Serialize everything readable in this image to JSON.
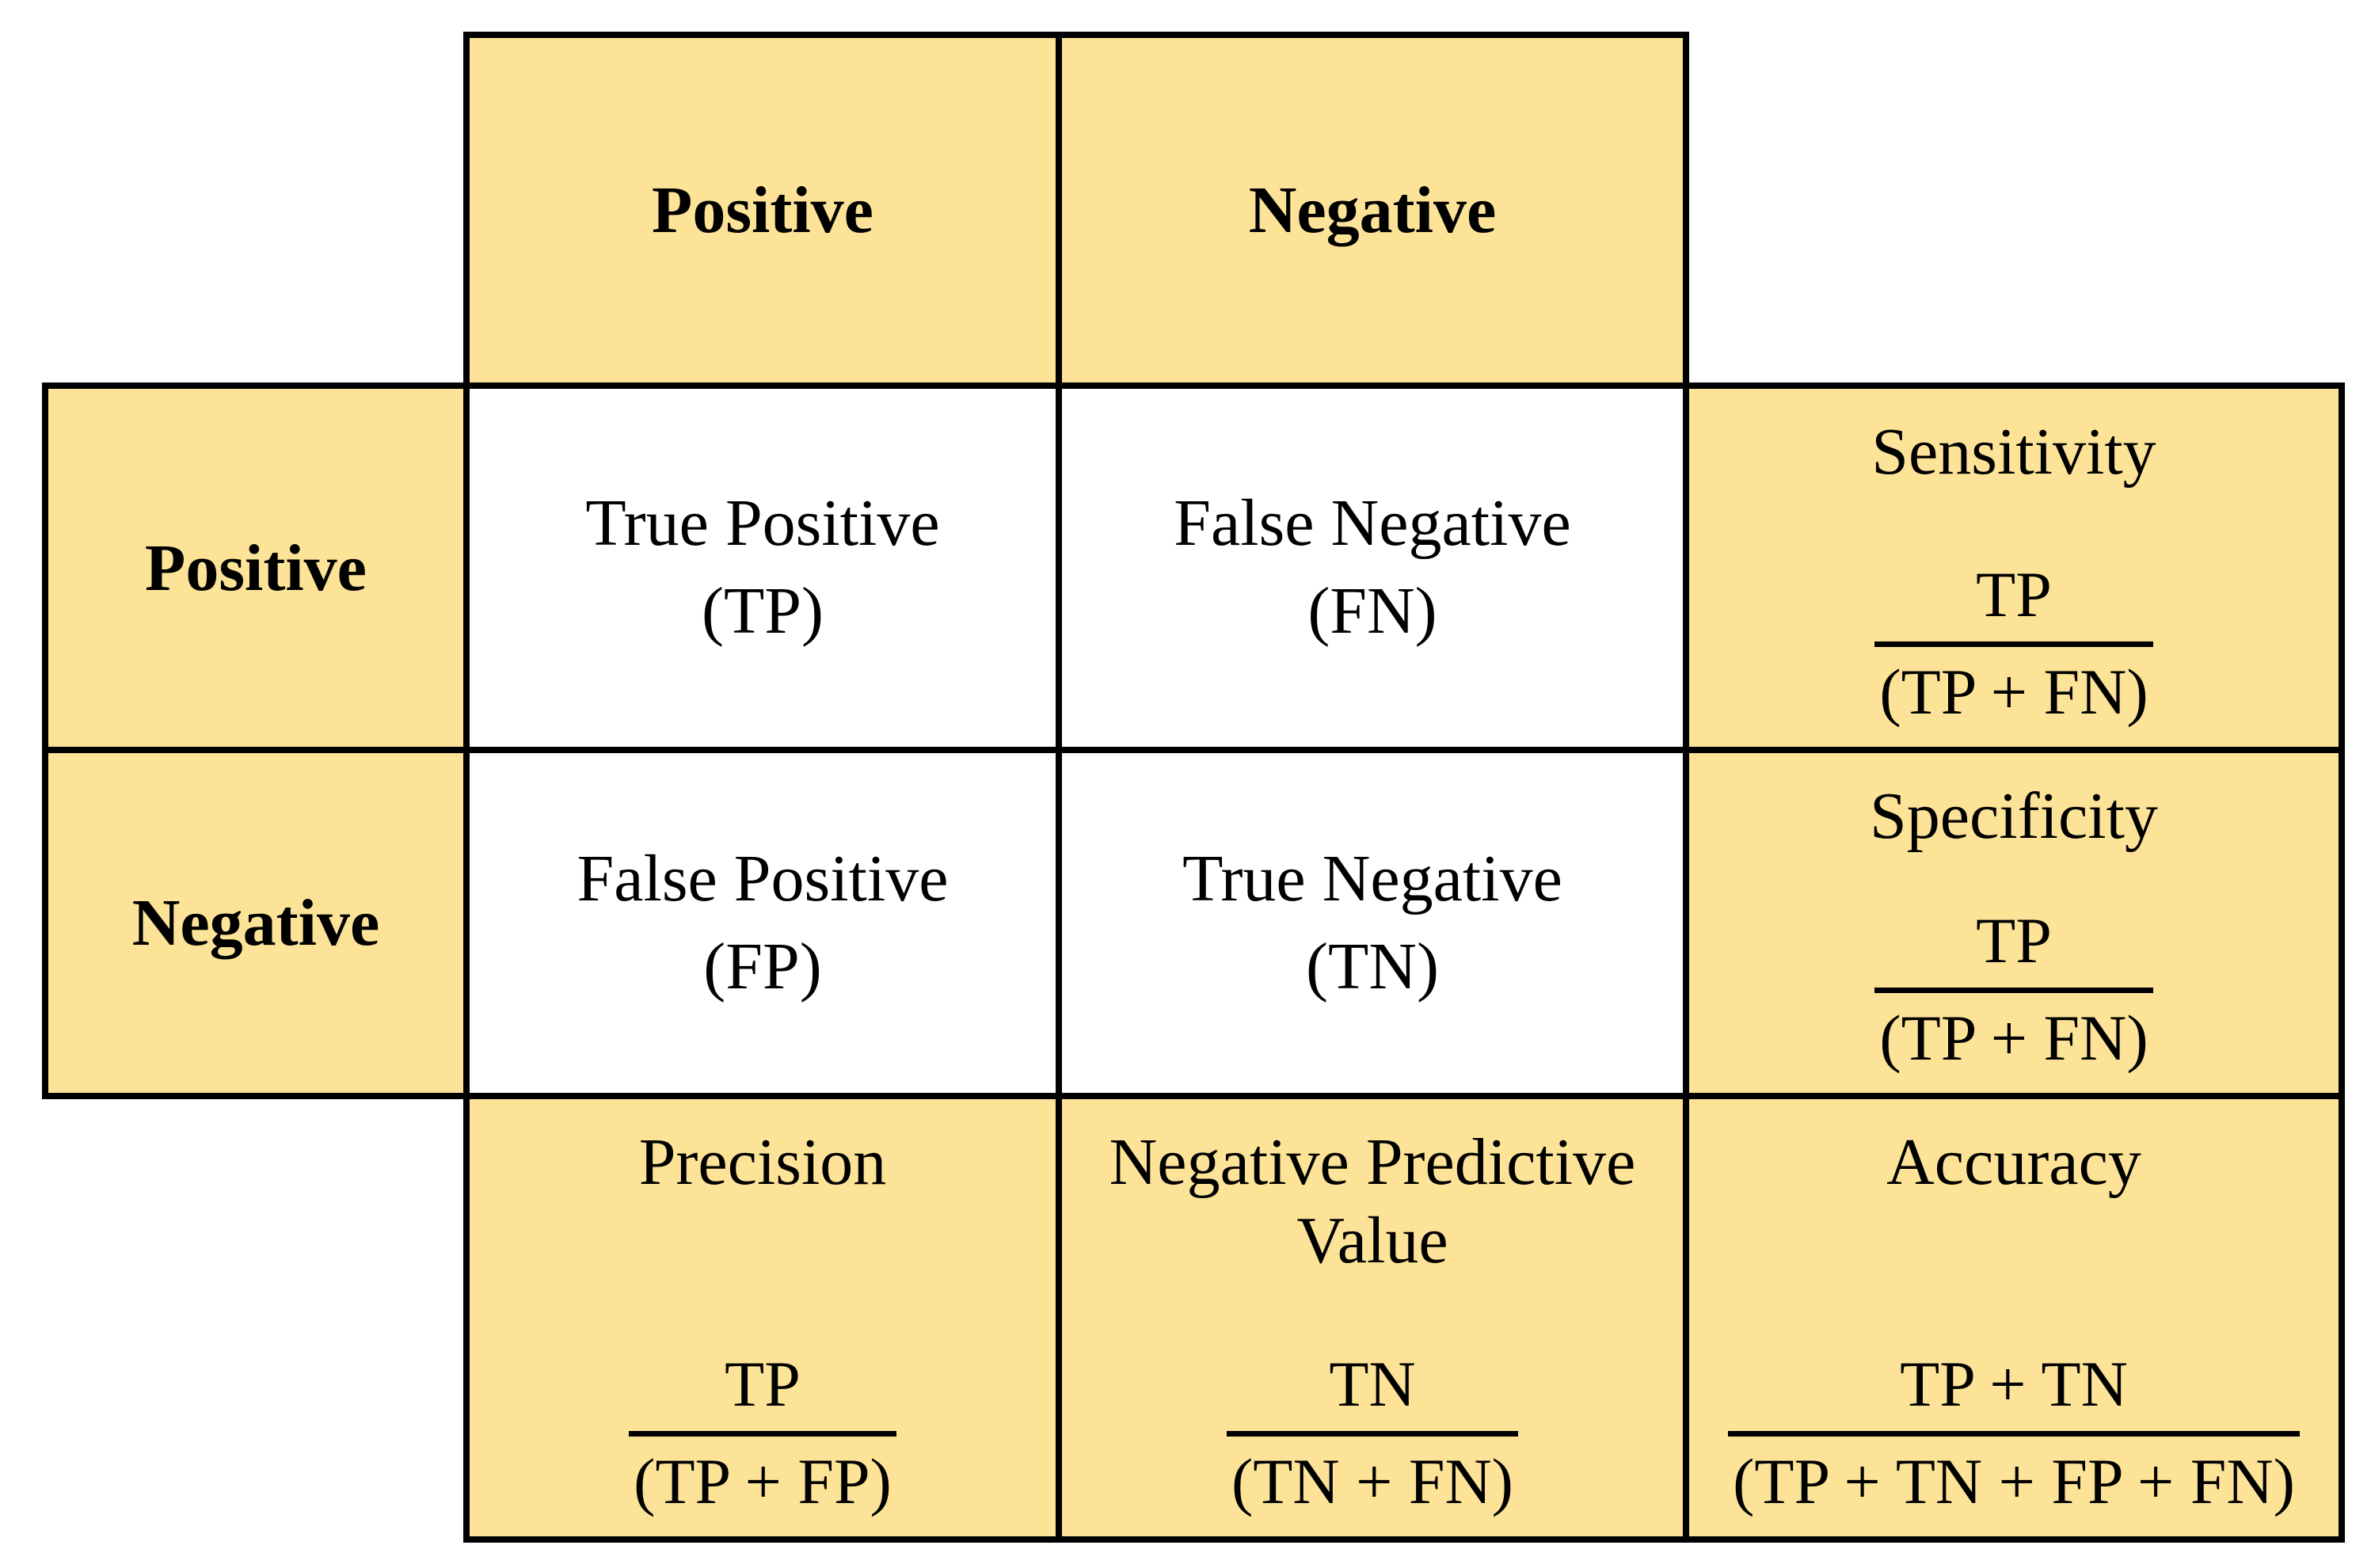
{
  "matrix": {
    "column_headers": [
      "Positive",
      "Negative"
    ],
    "row_headers": [
      "Positive",
      "Negative"
    ],
    "cells": {
      "tp": {
        "line1": "True Positive",
        "line2": "(TP)"
      },
      "fn": {
        "line1": "False Negative",
        "line2": "(FN)"
      },
      "fp": {
        "line1": "False Positive",
        "line2": "(FP)"
      },
      "tn": {
        "line1": "True Negative",
        "line2": "(TN)"
      }
    },
    "metrics": {
      "sensitivity": {
        "label": "Sensitivity",
        "numerator": "TP",
        "denominator": "(TP + FN)"
      },
      "specificity": {
        "label": "Specificity",
        "numerator": "TP",
        "denominator": "(TP + FN)"
      },
      "precision": {
        "label": "Precision",
        "numerator": "TP",
        "denominator": "(TP + FP)"
      },
      "npv": {
        "label": "Negative Predictive Value",
        "numerator": "TN",
        "denominator": "(TN + FN)"
      },
      "accuracy": {
        "label": "Accuracy",
        "numerator": "TP + TN",
        "denominator": "(TP + TN + FP + FN)"
      }
    },
    "colors": {
      "cell_fill": "#FCE397",
      "data_fill": "#FFFFFF",
      "border": "#000000",
      "text": "#000000"
    }
  }
}
